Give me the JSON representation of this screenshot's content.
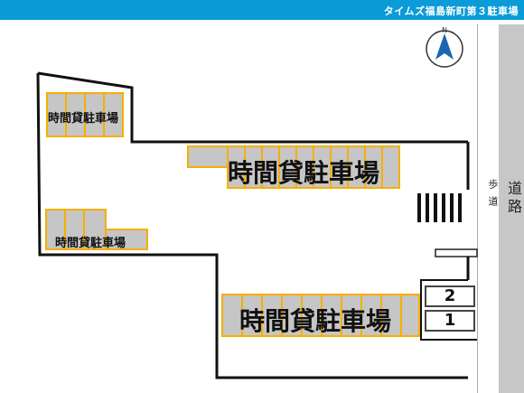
{
  "header": {
    "title": "タイムズ福島新町第３駐車場",
    "color": "#0a9bd8"
  },
  "compass": {
    "label": "N",
    "arrow_color": "#1a66b0"
  },
  "road": {
    "label": "道路",
    "color": "#c7c7c7"
  },
  "sidewalk": {
    "label": "歩道"
  },
  "lots": [
    {
      "label": "時間貸駐車場",
      "stall_color": "#c6c6c6",
      "border_color": "#f5b000"
    },
    {
      "label": "時間貸駐車場"
    },
    {
      "label": "時間貸駐車場"
    },
    {
      "label": "時間貸駐車場"
    }
  ],
  "special_stalls": [
    {
      "number": "2"
    },
    {
      "number": "1"
    }
  ]
}
